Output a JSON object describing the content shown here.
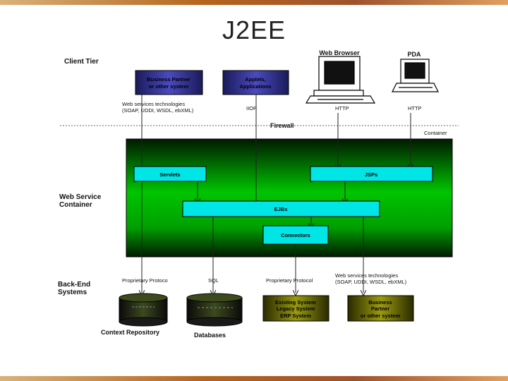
{
  "title": "J2EE",
  "tiers": {
    "client": "Client Tier",
    "web_1": "Web Service",
    "web_2": "Container",
    "backend_1": "Back-End",
    "backend_2": "Systems"
  },
  "client": {
    "business_partner_1": "Business Partner",
    "business_partner_2": "or other system",
    "applets_1": "Applets,",
    "applets_2": "Applications",
    "web_browser": "Web Browser",
    "pda": "PDA",
    "ws_tech_1": "Web services technologies",
    "ws_tech_2": "(SOAP, UDDI, WSDL, ebXML)",
    "iiop": "IIOP",
    "http_1": "HTTP",
    "http_2": "HTTP"
  },
  "firewall": "Firewall",
  "container_label": "Container",
  "components": {
    "servlets": "Servlets",
    "jsps": "JSPs",
    "ejbs": "EJBs",
    "connectors": "Connectors"
  },
  "backend": {
    "proto_1": "Proprietary Protoco",
    "sql": "SQL",
    "proto_2": "Proprietary Protocol",
    "ws_tech_1": "Web services technologies",
    "ws_tech_2": "(SOAP, UDDI, WSDL, ebXML)",
    "context_repository": "Context Repository",
    "databases": "Databases",
    "existing_1": "Existing System",
    "existing_2": "Legacy System",
    "existing_3": "ERP System",
    "bp_1": "Business",
    "bp_2": "Partner",
    "bp_3": "or other system"
  },
  "colors": {
    "cyan_box": "#00e5e5",
    "purple_box": "#3a3aa0",
    "olive_box": "#8a8a00",
    "container_green": "#00c400",
    "container_dark": "#002200"
  }
}
